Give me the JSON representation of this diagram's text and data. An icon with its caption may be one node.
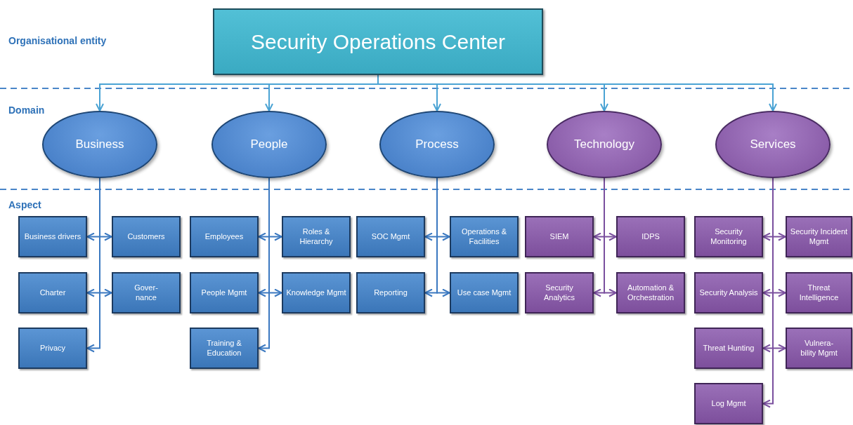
{
  "diagram": {
    "nodes": [
      {
        "text": [
          "Security Operations Center"
        ]
      },
      {
        "text": [
          "Business"
        ]
      },
      {
        "text": [
          "People"
        ]
      },
      {
        "text": [
          "Process"
        ]
      },
      {
        "text": [
          "Technology"
        ]
      },
      {
        "text": [
          "Services"
        ]
      },
      {
        "text": [
          "Business drivers"
        ]
      },
      {
        "text": [
          "Customers"
        ]
      },
      {
        "text": [
          "Employees"
        ]
      },
      {
        "text": [
          "Roles & Hierarchy"
        ]
      },
      {
        "text": [
          "SOC Mgmt"
        ]
      },
      {
        "text": [
          "Operations & Facilities"
        ]
      },
      {
        "text": [
          "SIEM"
        ]
      },
      {
        "text": [
          "IDPS"
        ]
      },
      {
        "text": [
          "Security Monitoring"
        ]
      },
      {
        "text": [
          "Security Incident Mgmt"
        ]
      },
      {
        "text": [
          "Charter"
        ]
      },
      {
        "text": [
          "Gover- nance"
        ]
      },
      {
        "text": [
          "People Mgmt"
        ]
      },
      {
        "text": [
          "Knowledge Mgmt"
        ]
      },
      {
        "text": [
          "Reporting"
        ]
      },
      {
        "text": [
          "Use case Mgmt"
        ]
      },
      {
        "text": [
          "Security Analytics"
        ]
      },
      {
        "text": [
          "Automation & Orchestration"
        ]
      },
      {
        "text": [
          "Security Analysis"
        ]
      },
      {
        "text": [
          "Threat Intelligence"
        ]
      },
      {
        "text": [
          "Privacy"
        ]
      },
      {
        "text": [
          "Training & Education"
        ]
      },
      {
        "text": [
          "Threat Hunting"
        ]
      },
      {
        "text": [
          "Vulnera- bility Mgmt"
        ]
      },
      {
        "text": [
          "Log Mgmt"
        ]
      }
    ],
    "edges": [
      {
        "from": 0,
        "to": 1,
        "arrow": "to"
      },
      {
        "from": 0,
        "to": 2,
        "arrow": "to"
      },
      {
        "from": 0,
        "to": 3,
        "arrow": "to"
      },
      {
        "from": 0,
        "to": 4,
        "arrow": "to"
      },
      {
        "from": 0,
        "to": 5,
        "arrow": "to"
      },
      {
        "from": 1,
        "to": 6,
        "arrow": "to"
      },
      {
        "from": 1,
        "to": 7,
        "arrow": "to"
      },
      {
        "from": 1,
        "to": 16,
        "arrow": "to"
      },
      {
        "from": 1,
        "to": 17,
        "arrow": "to"
      },
      {
        "from": 1,
        "to": 26,
        "arrow": "to"
      },
      {
        "from": 2,
        "to": 8,
        "arrow": "to"
      },
      {
        "from": 2,
        "to": 9,
        "arrow": "to"
      },
      {
        "from": 2,
        "to": 18,
        "arrow": "to"
      },
      {
        "from": 2,
        "to": 19,
        "arrow": "to"
      },
      {
        "from": 2,
        "to": 27,
        "arrow": "to"
      },
      {
        "from": 3,
        "to": 10,
        "arrow": "to"
      },
      {
        "from": 3,
        "to": 11,
        "arrow": "to"
      },
      {
        "from": 3,
        "to": 20,
        "arrow": "to"
      },
      {
        "from": 3,
        "to": 21,
        "arrow": "to"
      },
      {
        "from": 4,
        "to": 12,
        "arrow": "to",
        "color": "#7a4f9e"
      },
      {
        "from": 4,
        "to": 13,
        "arrow": "to",
        "color": "#7a4f9e"
      },
      {
        "from": 4,
        "to": 22,
        "arrow": "to",
        "color": "#7a4f9e"
      },
      {
        "from": 4,
        "to": 23,
        "arrow": "to",
        "color": "#7a4f9e"
      },
      {
        "from": 5,
        "to": 14,
        "arrow": "to",
        "color": "#7a4f9e"
      },
      {
        "from": 5,
        "to": 15,
        "arrow": "to",
        "color": "#7a4f9e"
      },
      {
        "from": 5,
        "to": 24,
        "arrow": "to",
        "color": "#7a4f9e"
      },
      {
        "from": 5,
        "to": 25,
        "arrow": "to",
        "color": "#7a4f9e"
      },
      {
        "from": 5,
        "to": 28,
        "arrow": "to",
        "color": "#7a4f9e"
      },
      {
        "from": 5,
        "to": 29,
        "arrow": "to",
        "color": "#7a4f9e"
      },
      {
        "from": 5,
        "to": 30,
        "arrow": "to",
        "color": "#7a4f9e"
      }
    ],
    "labels": [
      "Organisational entity",
      "Domain",
      "Aspect"
    ]
  }
}
